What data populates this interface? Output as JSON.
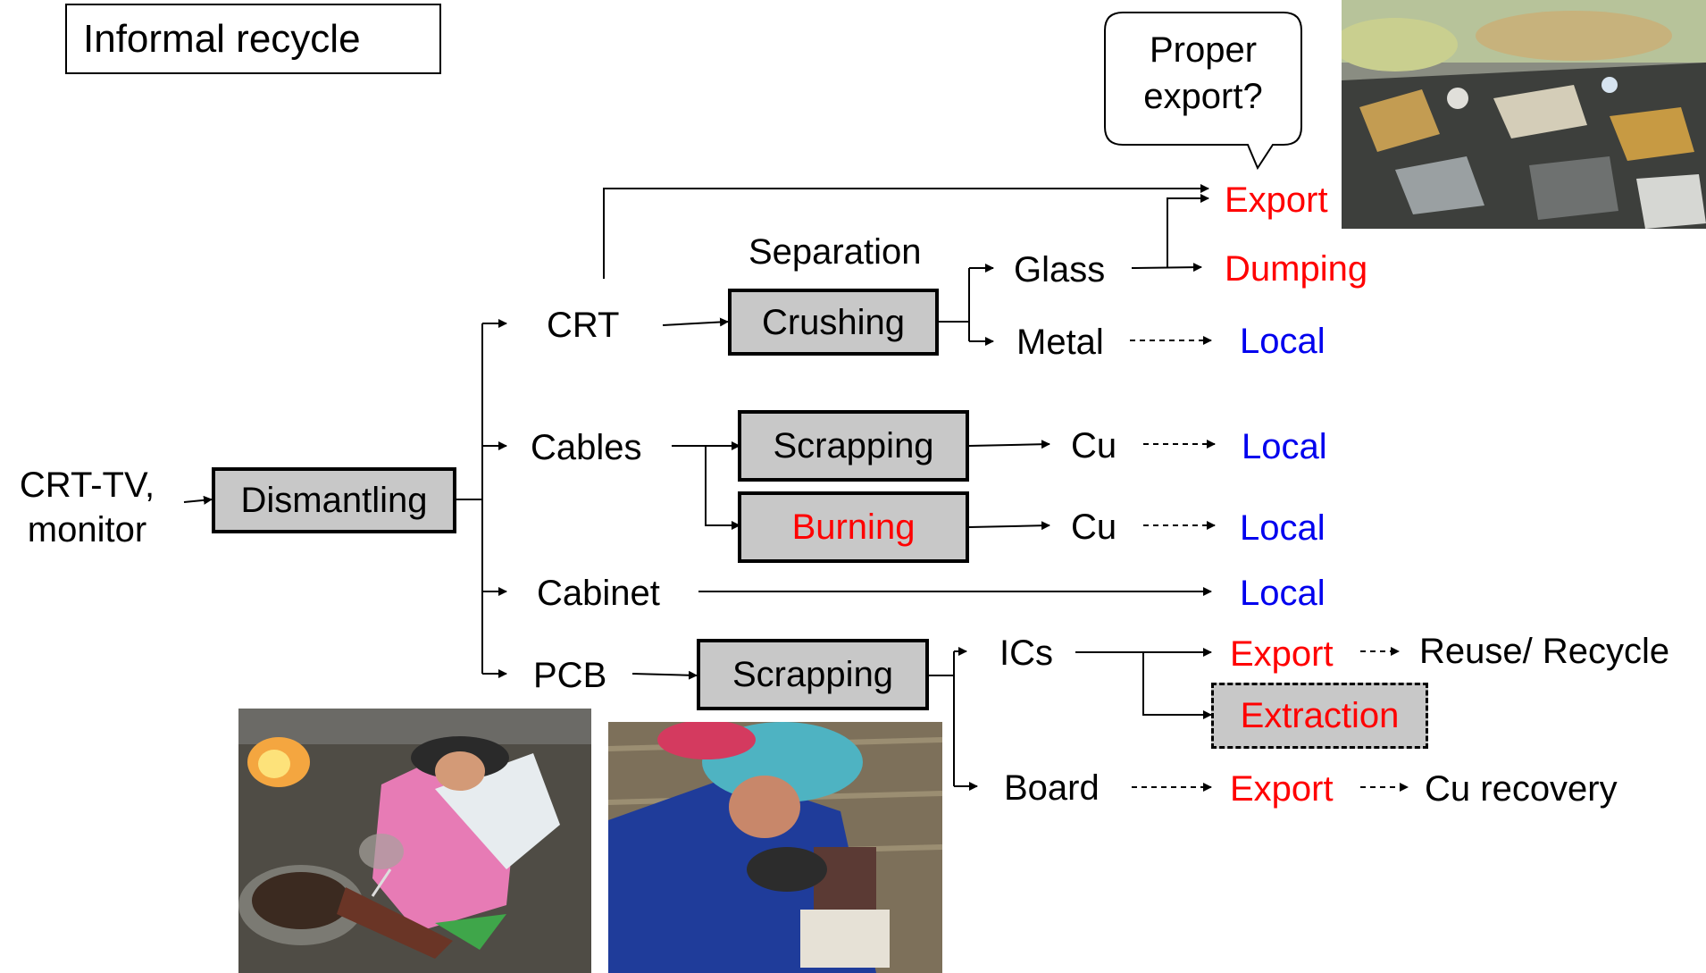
{
  "title": "Informal recycle",
  "callout": {
    "line1": "Proper",
    "line2": "export?"
  },
  "input_label": {
    "line1": "CRT-TV,",
    "line2": "monitor"
  },
  "processes": {
    "dismantling": "Dismantling",
    "crushing": "Crushing",
    "scrapping_cables": "Scrapping",
    "burning": "Burning",
    "scrapping_pcb": "Scrapping",
    "extraction": "Extraction"
  },
  "components": {
    "crt": "CRT",
    "cables": "Cables",
    "cabinet": "Cabinet",
    "pcb": "PCB"
  },
  "separation_label": "Separation",
  "materials": {
    "glass": "Glass",
    "metal": "Metal",
    "cu1": "Cu",
    "cu2": "Cu",
    "ics": "ICs",
    "board": "Board"
  },
  "destinations": {
    "export_top": "Export",
    "dumping": "Dumping",
    "local_metal": "Local",
    "local_cu1": "Local",
    "local_cu2": "Local",
    "local_cabinet": "Local",
    "export_ics": "Export",
    "export_board": "Export",
    "reuse_recycle": "Reuse/ Recycle",
    "cu_recovery": "Cu recovery"
  },
  "colors": {
    "hazard": "#ff0000",
    "local": "#0000ee",
    "process_fill": "#c8c8c8"
  },
  "photos": [
    "dump-site-photo",
    "burning-photo",
    "pcb-scrapping-photo"
  ]
}
